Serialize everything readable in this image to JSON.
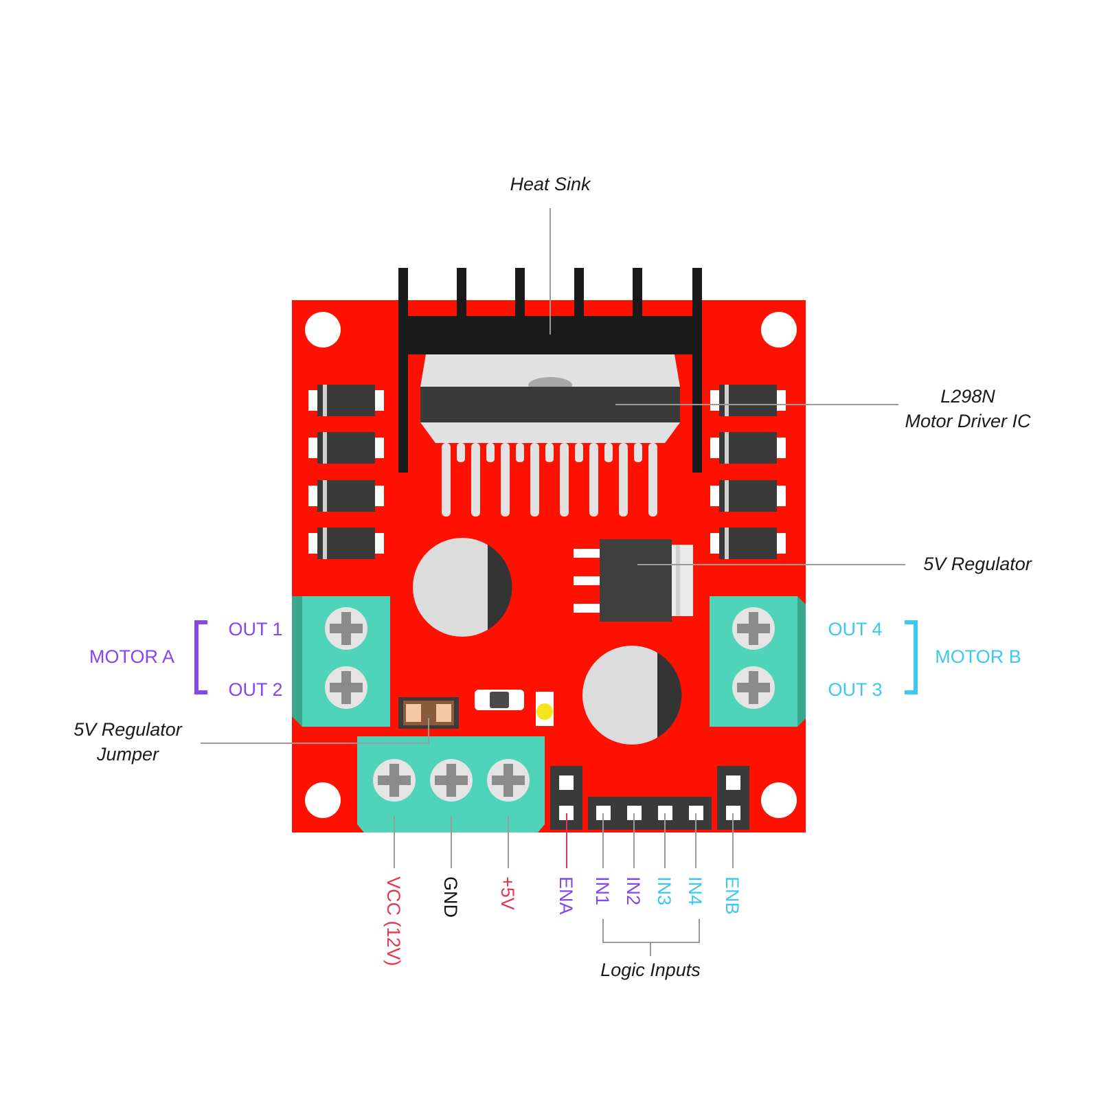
{
  "title": "L298N Motor Driver Module Pinout",
  "colors": {
    "board": "#fe1100",
    "terminal": "#4fd4b9",
    "terminal_dark": "#3aa88f",
    "heatsink": "#1a1a1a",
    "ic_body": "#3a3a3a",
    "ic_face": "#e2e2e2",
    "leader": "#9a9a9a",
    "purple": "#8546ef",
    "cyan": "#3cc8f0",
    "red": "#e8354f",
    "black": "#111111"
  },
  "callouts": {
    "heat_sink": "Heat Sink",
    "ic_line1": "L298N",
    "ic_line2": "Motor Driver IC",
    "regulator": "5V Regulator",
    "jumper_line1": "5V Regulator",
    "jumper_line2": "Jumper",
    "logic_inputs": "Logic Inputs"
  },
  "motors": {
    "a": {
      "label": "MOTOR A",
      "out_top": "OUT 1",
      "out_bottom": "OUT 2"
    },
    "b": {
      "label": "MOTOR B",
      "out_top": "OUT 4",
      "out_bottom": "OUT 3"
    }
  },
  "pins": {
    "vcc": "VCC (12V)",
    "gnd": "GND",
    "v5": "+5V",
    "ena": "ENA",
    "in1": "IN1",
    "in2": "IN2",
    "in3": "IN3",
    "in4": "IN4",
    "enb": "ENB"
  }
}
